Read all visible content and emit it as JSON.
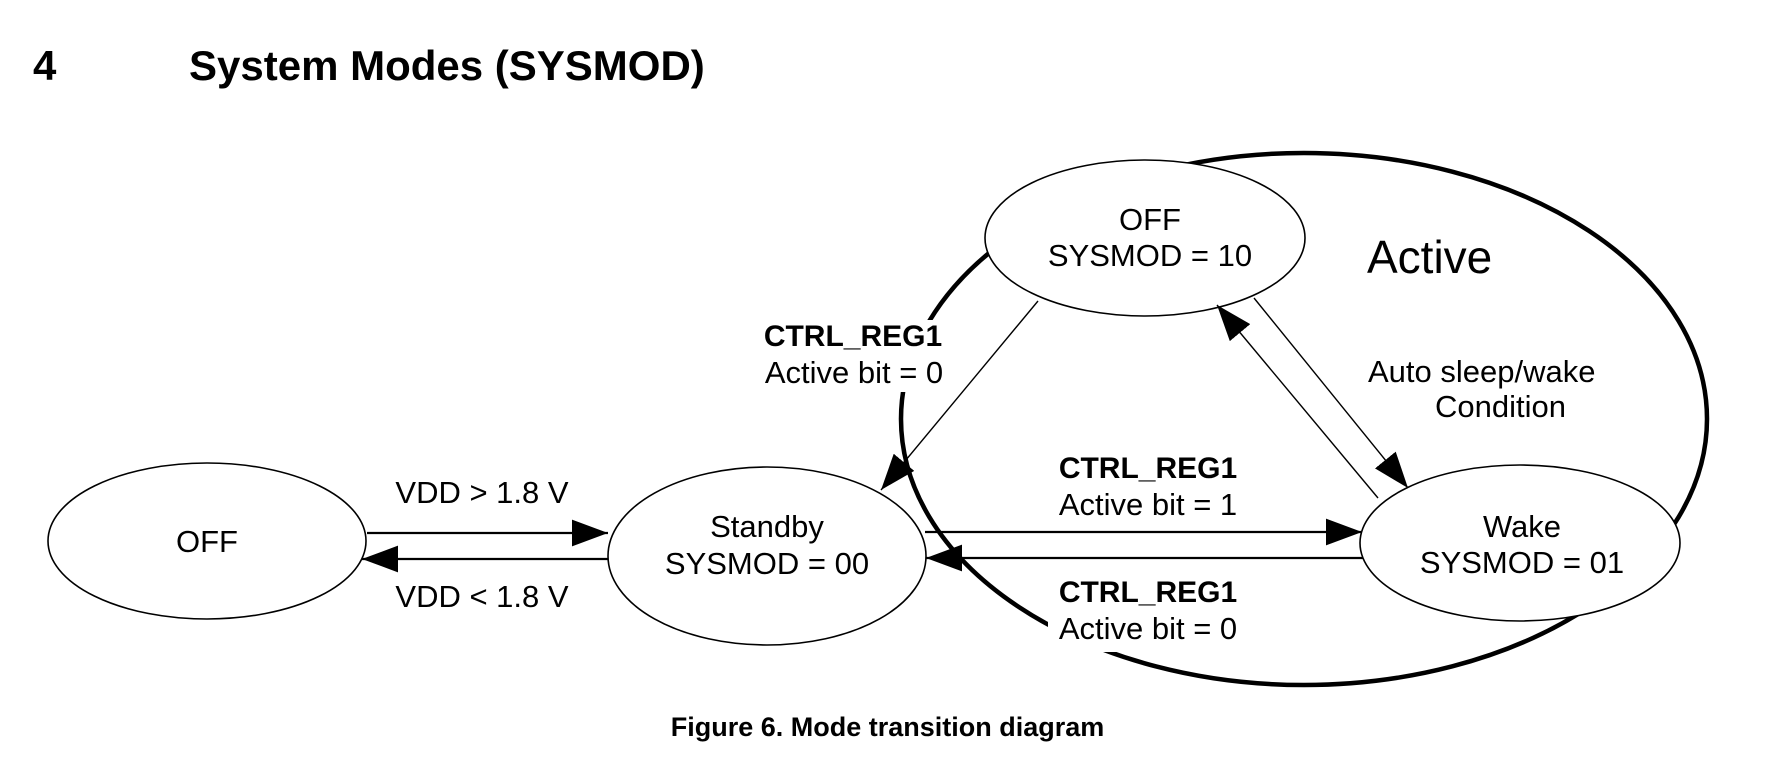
{
  "section": {
    "number": "4",
    "title": "System Modes (SYSMOD)"
  },
  "diagram": {
    "group_label": "Active",
    "states": {
      "off_power": {
        "line1": "OFF"
      },
      "standby": {
        "line1": "Standby",
        "line2": "SYSMOD = 00"
      },
      "wake": {
        "line1": "Wake",
        "line2": "SYSMOD = 01"
      },
      "sleep": {
        "line1": "OFF",
        "line2": "SYSMOD = 10"
      }
    },
    "transitions": {
      "power_up": {
        "label": "VDD > 1.8 V",
        "from": "OFF",
        "to": "Standby"
      },
      "power_down": {
        "label": "VDD < 1.8 V",
        "from": "Standby",
        "to": "OFF"
      },
      "standby_to_wake": {
        "reg": "CTRL_REG1",
        "cond": "Active bit = 1",
        "from": "Standby",
        "to": "Wake"
      },
      "wake_to_standby": {
        "reg": "CTRL_REG1",
        "cond": "Active bit = 0",
        "from": "Wake",
        "to": "Standby"
      },
      "sleep_to_standby": {
        "reg": "CTRL_REG1",
        "cond": "Active bit = 0",
        "from": "OFF SYSMOD = 10",
        "to": "Standby"
      },
      "auto_sleep_wake": {
        "line1": "Auto sleep/wake",
        "line2": "Condition",
        "between": [
          "Wake",
          "OFF SYSMOD = 10"
        ]
      }
    }
  },
  "caption": "Figure 6. Mode transition diagram"
}
